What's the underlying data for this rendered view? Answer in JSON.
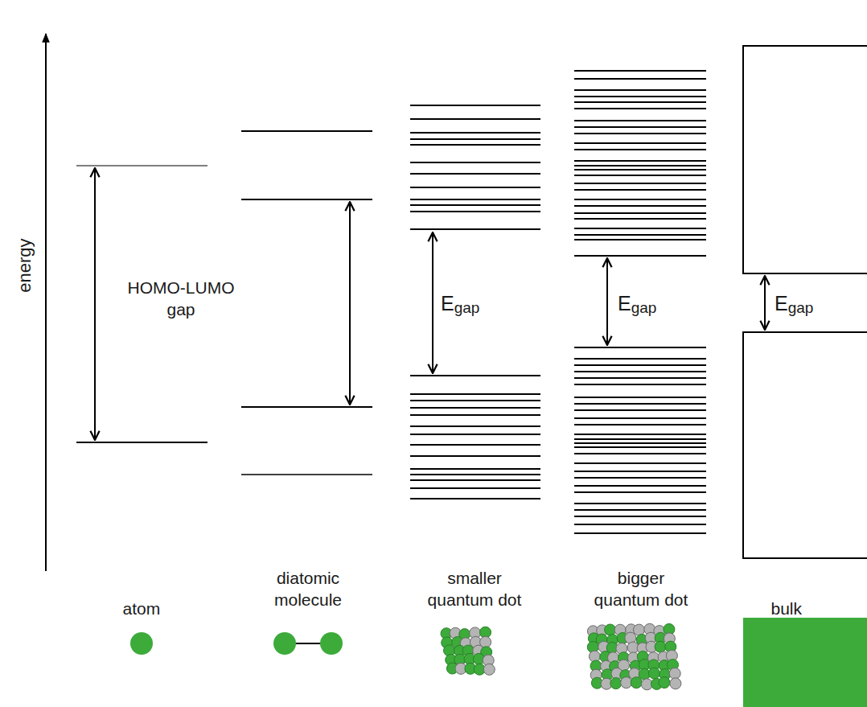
{
  "diagram": {
    "labels": [
      "energy",
      "HOMO-LUMO gap",
      "Egap",
      "Egap",
      "Egap",
      "atom",
      "diatomic molecule",
      "smaller quantum dot",
      "bigger quantum dot",
      "bulk"
    ]
  }
}
